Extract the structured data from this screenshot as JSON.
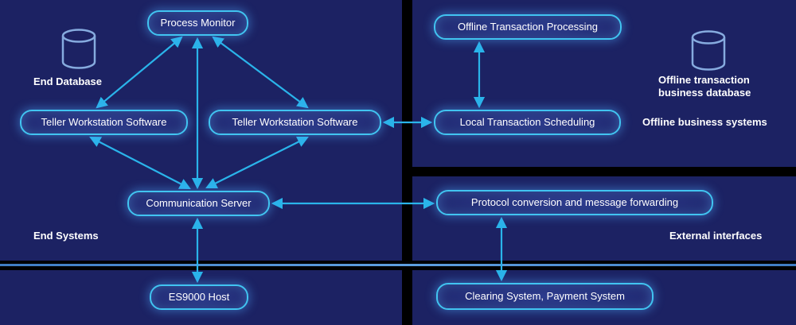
{
  "diagram": {
    "nodes": {
      "process_monitor": {
        "label": "Process Monitor"
      },
      "teller_workstation_left": {
        "label": "Teller Workstation Software"
      },
      "teller_workstation_right": {
        "label": "Teller Workstation Software"
      },
      "communication_server": {
        "label": "Communication Server"
      },
      "offline_transaction_processing": {
        "label": "Offline Transaction Processing"
      },
      "local_transaction_scheduling": {
        "label": "Local Transaction Scheduling"
      },
      "protocol_conversion": {
        "label": "Protocol conversion and message forwarding"
      },
      "es9000_host": {
        "label": "ES9000 Host"
      },
      "clearing_payment_system": {
        "label": "Clearing System, Payment System"
      }
    },
    "labels": {
      "end_database": "End Database",
      "end_systems": "End Systems",
      "offline_db_line1": "Offline transaction",
      "offline_db_line2": "business database",
      "offline_business_systems": "Offline business systems",
      "external_interfaces": "External interfaces"
    },
    "icons": {
      "end_database_icon": "database-cylinder",
      "offline_database_icon": "database-cylinder"
    },
    "colors": {
      "background": "#000000",
      "panel": "#1c2263",
      "node_border": "#41c4f1",
      "arrow": "#2ab4ea",
      "text": "#ffffff",
      "divider": "#5e9fe0",
      "database_outline": "#86abdf"
    }
  }
}
